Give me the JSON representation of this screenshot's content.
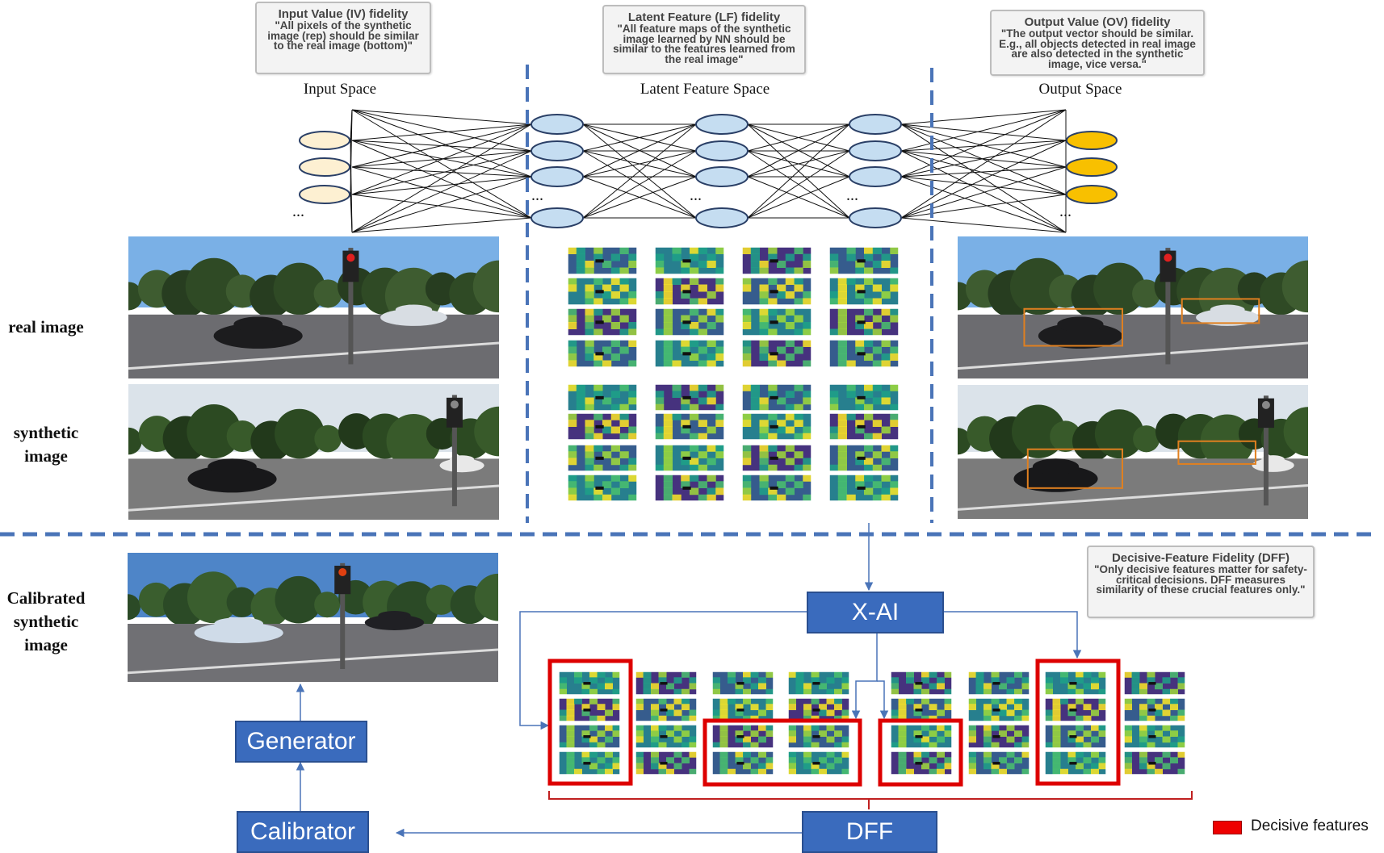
{
  "notes": {
    "input": {
      "title": "Input Value (IV) fidelity",
      "body": "\"All pixels of the synthetic image (rep) should be similar to the real image (bottom)\""
    },
    "latent": {
      "title": "Latent Feature (LF) fidelity",
      "body": "\"All feature maps of the synthetic image learned by NN should be similar to the features learned from the real image\""
    },
    "output": {
      "title": "Output Value (OV) fidelity",
      "body": "\"The output vector should be similar. E.g., all objects detected in real image are also detected in the synthetic image, vice versa.\""
    },
    "dff": {
      "title": "Decisive-Feature Fidelity (DFF)",
      "body": "\"Only decisive features matter for safety-critical decisions. DFF measures similarity of these crucial features only.\""
    }
  },
  "spaces": {
    "input": "Input Space",
    "latent": "Latent Feature Space",
    "output": "Output Space"
  },
  "ellipsis": "...",
  "row_labels": {
    "real": "real image",
    "synthetic": "synthetic image",
    "calibrated": "Calibrated synthetic image"
  },
  "blocks": {
    "xai": "X-AI",
    "generator": "Generator",
    "calibrator": "Calibrator",
    "dff": "DFF"
  },
  "legend": {
    "label": "Decisive features",
    "color": "#ee0000"
  },
  "colors": {
    "input_node": "#fdf0d2",
    "latent_node": "#c5ddf1",
    "output_node": "#f8c000",
    "block": "#3a6bbd",
    "dashed_divider": "#4a74b8",
    "decisive_box": "#dd0000"
  }
}
